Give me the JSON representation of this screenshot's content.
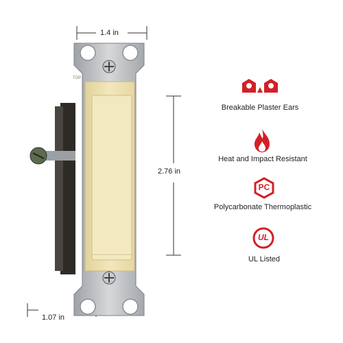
{
  "dimensions": {
    "width": "1.4 in",
    "height": "2.76 in",
    "depth": "1.07 in"
  },
  "features": [
    {
      "icon": "plaster-ears-icon",
      "label": "Breakable Plaster Ears"
    },
    {
      "icon": "flame-icon",
      "label": "Heat and Impact Resistant"
    },
    {
      "icon": "pc-icon",
      "label": "Polycarbonate Thermoplastic",
      "icon_text": "PC"
    },
    {
      "icon": "ul-icon",
      "label": "UL Listed",
      "icon_text": "UL"
    }
  ],
  "product_marks": {
    "top": "TOP"
  },
  "colors": {
    "accent": "#d32027",
    "switch_body": "#efe3b4",
    "metal": "#b9bcc0"
  }
}
